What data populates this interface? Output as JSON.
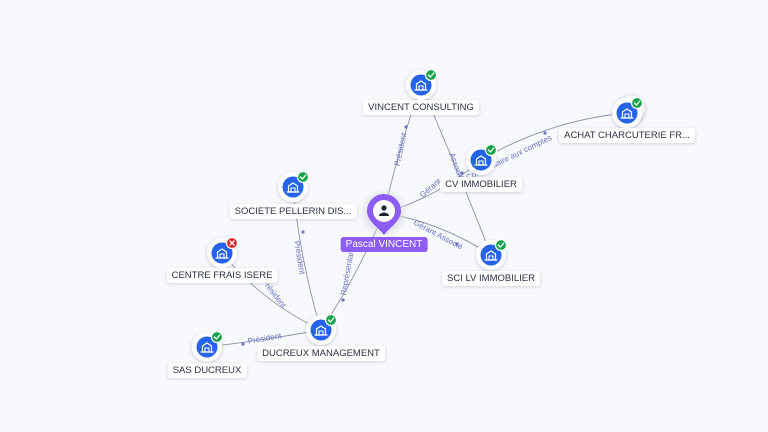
{
  "colors": {
    "edge": "#8d93a8",
    "edge_label": "#6a72c9",
    "company_fill": "#2563eb",
    "status_active": "#16a34a",
    "status_closed": "#dc2626",
    "person_fill": "#8b5cf6"
  },
  "person": {
    "label": "Pascal VINCENT",
    "icon": "user-icon"
  },
  "companies": [
    {
      "id": "vincent-consulting",
      "label": "VINCENT CONSULTING",
      "status": "active",
      "icon": "building-icon"
    },
    {
      "id": "achat-charcuterie",
      "label": "ACHAT CHARCUTERIE FR...",
      "status": "active",
      "icon": "building-icon",
      "stacked": true
    },
    {
      "id": "cv-immobilier",
      "label": "CV IMMOBILIER",
      "status": "active",
      "icon": "building-icon"
    },
    {
      "id": "sci-lv-immobilier",
      "label": "SCI LV IMMOBILIER",
      "status": "active",
      "icon": "building-icon"
    },
    {
      "id": "societe-pellerin",
      "label": "SOCIETE PELLERIN DIS...",
      "status": "active",
      "icon": "building-icon"
    },
    {
      "id": "centre-frais-isere",
      "label": "CENTRE FRAIS ISERE",
      "status": "closed",
      "icon": "building-icon"
    },
    {
      "id": "ducreux-management",
      "label": "DUCREUX MANAGEMENT",
      "status": "active",
      "icon": "building-icon"
    },
    {
      "id": "sas-ducreux",
      "label": "SAS DUCREUX",
      "status": "active",
      "icon": "building-icon"
    }
  ],
  "edges": [
    {
      "from": "person",
      "to": "vincent-consulting",
      "label": "Président"
    },
    {
      "from": "person",
      "to": "cv-immobilier",
      "label": "Gérant"
    },
    {
      "from": "person",
      "to": "sci-lv-immobilier",
      "label": "Gérant Associé"
    },
    {
      "from": "person",
      "to": "ducreux-management",
      "label": "Représentant"
    },
    {
      "from": "vincent-consulting",
      "to": "sci-lv-immobilier",
      "label": "Associé"
    },
    {
      "from": "cv-immobilier",
      "to": "achat-charcuterie",
      "label": "Commissaire aux comptes"
    },
    {
      "from": "ducreux-management",
      "to": "societe-pellerin",
      "label": "Président"
    },
    {
      "from": "ducreux-management",
      "to": "centre-frais-isere",
      "label": "Président"
    },
    {
      "from": "ducreux-management",
      "to": "sas-ducreux",
      "label": "Président"
    }
  ]
}
